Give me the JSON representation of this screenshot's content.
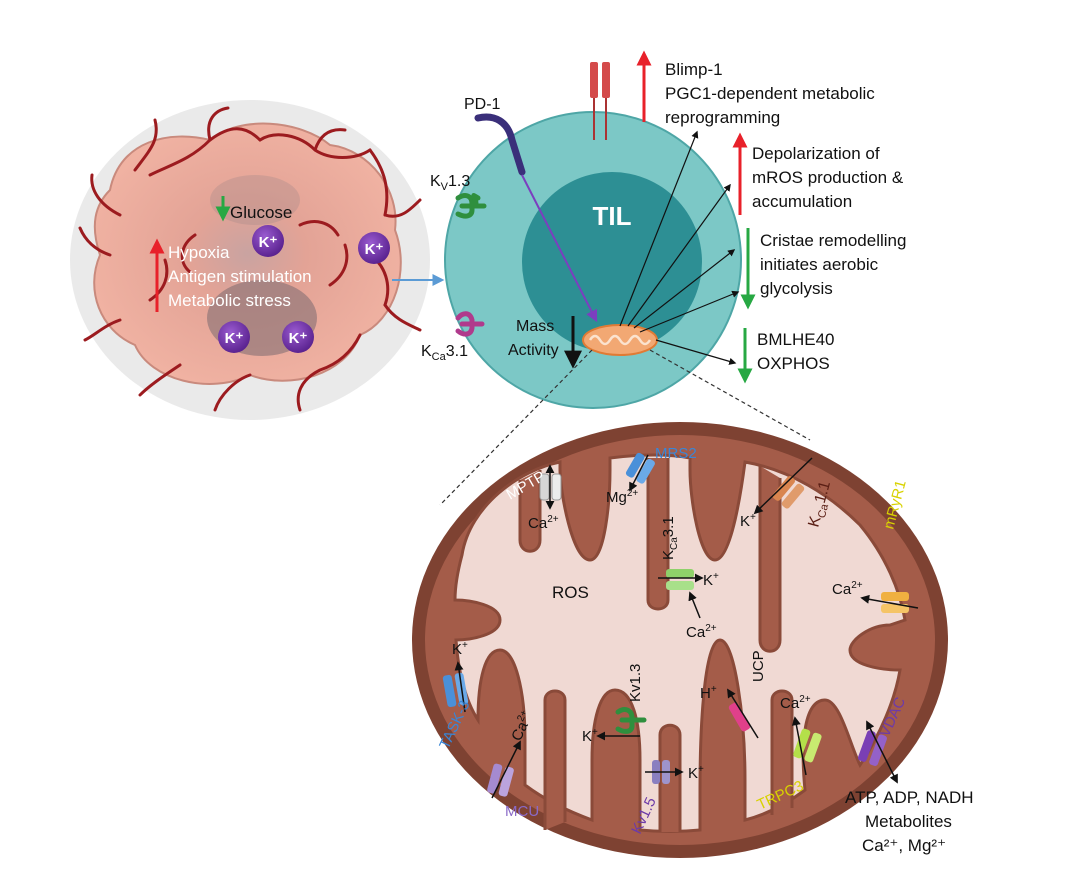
{
  "colors": {
    "up_arrow": "#e8212a",
    "down_arrow": "#27a843",
    "cell_fill": "#7cc8c6",
    "nucleus_fill": "#2d8f94",
    "mito_outer": "#7e4232",
    "mito_inner": "#f0d9d3",
    "ion_purple": "#6b2fa3",
    "blue_label": "#3a86d6",
    "yellow_label": "#d8d200",
    "purple_label": "#6d3aa8"
  },
  "tumor": {
    "glucose": "Glucose",
    "conditions": [
      "Hypoxia",
      "Antigen stimulation",
      "Metabolic stress"
    ],
    "ion": "K⁺"
  },
  "cell": {
    "title": "TIL",
    "pd1": "PD-1",
    "kv13_main": "K",
    "kv13_sub": "V",
    "kv13_rest": "1.3",
    "kca31_main": "K",
    "kca31_sub": "Ca",
    "kca31_rest": "3.1",
    "mass_activity": [
      "Mass",
      "Activity"
    ]
  },
  "outcomes": {
    "blimp": [
      "Blimp-1",
      "PGC1-dependent metabolic",
      "reprogramming"
    ],
    "depolarization": [
      "Depolarization of",
      "mROS production &",
      "accumulation"
    ],
    "cristae": [
      "Cristae remodelling",
      "initiates aerobic",
      "glycolysis"
    ],
    "bmlhe": [
      "BMLHE40",
      "OXPHOS"
    ]
  },
  "mito": {
    "ros": "ROS",
    "mptp": "MPTP",
    "mrs2": "MRS2",
    "kca11_main": "K",
    "kca11_sub": "Ca",
    "kca11_rest": "1.1",
    "mryr1": "mRyR1",
    "kca31_main": "K",
    "kca31_sub": "Ca",
    "kca31_rest": "3.1",
    "task3": "TASK-3",
    "mcu": "MCU",
    "kv13": "Kv1.3",
    "kv15": "Kv1.5",
    "ucp": "UCP",
    "trpc3": "TRPC3",
    "vdac": "VDAC",
    "ca_base": "Ca",
    "ca_sup": "2+",
    "mg_base": "Mg",
    "mg_sup": "2+",
    "k_ion": "K",
    "plus": "+",
    "h_ion": "H",
    "products": [
      "ATP, ADP, NADH",
      "Metabolites",
      "Ca²⁺, Mg²⁺"
    ]
  }
}
